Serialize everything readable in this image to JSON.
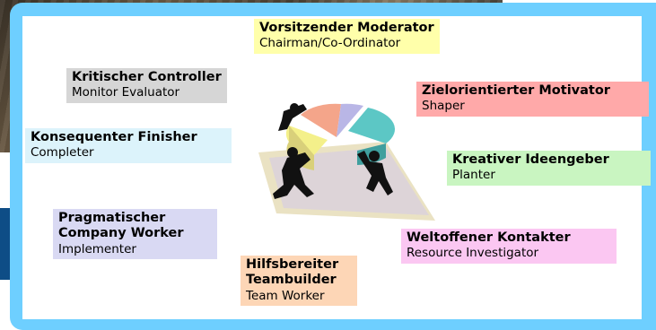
{
  "roles": [
    {
      "title": "Vorsitzender Moderator",
      "subtitle": "Chairman/Co-Ordinator"
    },
    {
      "title": "Kritischer Controller",
      "subtitle": "Monitor Evaluator"
    },
    {
      "title": "Zielorientierter Motivator",
      "subtitle": "Shaper"
    },
    {
      "title": "Konsequenter Finisher",
      "subtitle": "Completer"
    },
    {
      "title": "Kreativer Ideengeber",
      "subtitle": "Planter"
    },
    {
      "title": "Pragmatischer\nCompany Worker",
      "subtitle": "Implementer"
    },
    {
      "title": "Weltoffener Kontakter",
      "subtitle": "Resource Investigator"
    },
    {
      "title": "Hilfsbereiter\nTeambuilder",
      "subtitle": "Team Worker"
    }
  ],
  "colors": {
    "frame": "#6ecfff",
    "yellow": "#ffffaa",
    "grey": "#d6d6d6",
    "red": "#ffa9a9",
    "cyan": "#dcf3fb",
    "green": "#c9f5c1",
    "lavender": "#d9d9f3",
    "pink": "#fbc7f2",
    "peach": "#fdd6b6"
  },
  "illustration": {
    "icon": "businessmen-pushing-pie-chart-icon"
  }
}
